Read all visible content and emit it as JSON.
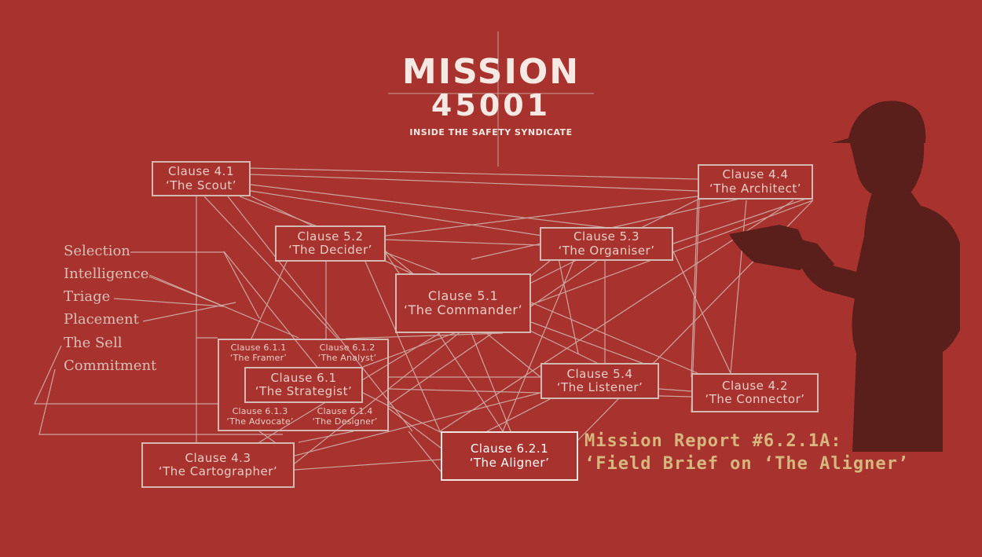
{
  "header": {
    "title_line1": "MISSION",
    "title_line2": "45001",
    "tagline": "INSIDE THE SAFETY SYNDICATE"
  },
  "clauses": {
    "c41": {
      "clause": "Clause 4.1",
      "role": "‘The Scout’"
    },
    "c44": {
      "clause": "Clause 4.4",
      "role": "‘The Architect’"
    },
    "c52": {
      "clause": "Clause 5.2",
      "role": "‘The Decider’"
    },
    "c53": {
      "clause": "Clause 5.3",
      "role": "‘The Organiser’"
    },
    "c51": {
      "clause": "Clause 5.1",
      "role": "‘The Commander’"
    },
    "c611": {
      "clause": "Clause 6.1.1",
      "role": "‘The Framer’"
    },
    "c612": {
      "clause": "Clause 6.1.2",
      "role": "‘The Analyst’"
    },
    "c61": {
      "clause": "Clause 6.1",
      "role": "‘The Strategist’"
    },
    "c613": {
      "clause": "Clause 6.1.3",
      "role": "‘The Advocate’"
    },
    "c614": {
      "clause": "Clause 6.1.4",
      "role": "‘The Designer’"
    },
    "c54": {
      "clause": "Clause 5.4",
      "role": "‘The Listener’"
    },
    "c42": {
      "clause": "Clause 4.2",
      "role": "‘The Connector’"
    },
    "c43": {
      "clause": "Clause 4.3",
      "role": "‘The Cartographer’"
    },
    "c621": {
      "clause": "Clause 6.2.1",
      "role": "‘The Aligner’"
    }
  },
  "left_labels": [
    "Selection",
    "Intelligence",
    "Triage",
    "Placement",
    "The Sell",
    "Commitment"
  ],
  "report": {
    "line1": "Mission Report #6.2.1A:",
    "line2": "‘Field Brief on ‘The Aligner’"
  },
  "colors": {
    "background": "#a8322e",
    "line": "#d2b9b2",
    "silhouette": "#5a1f1b",
    "report_text": "#d6b77e"
  },
  "icons": [
    "worker-silhouette-icon"
  ]
}
